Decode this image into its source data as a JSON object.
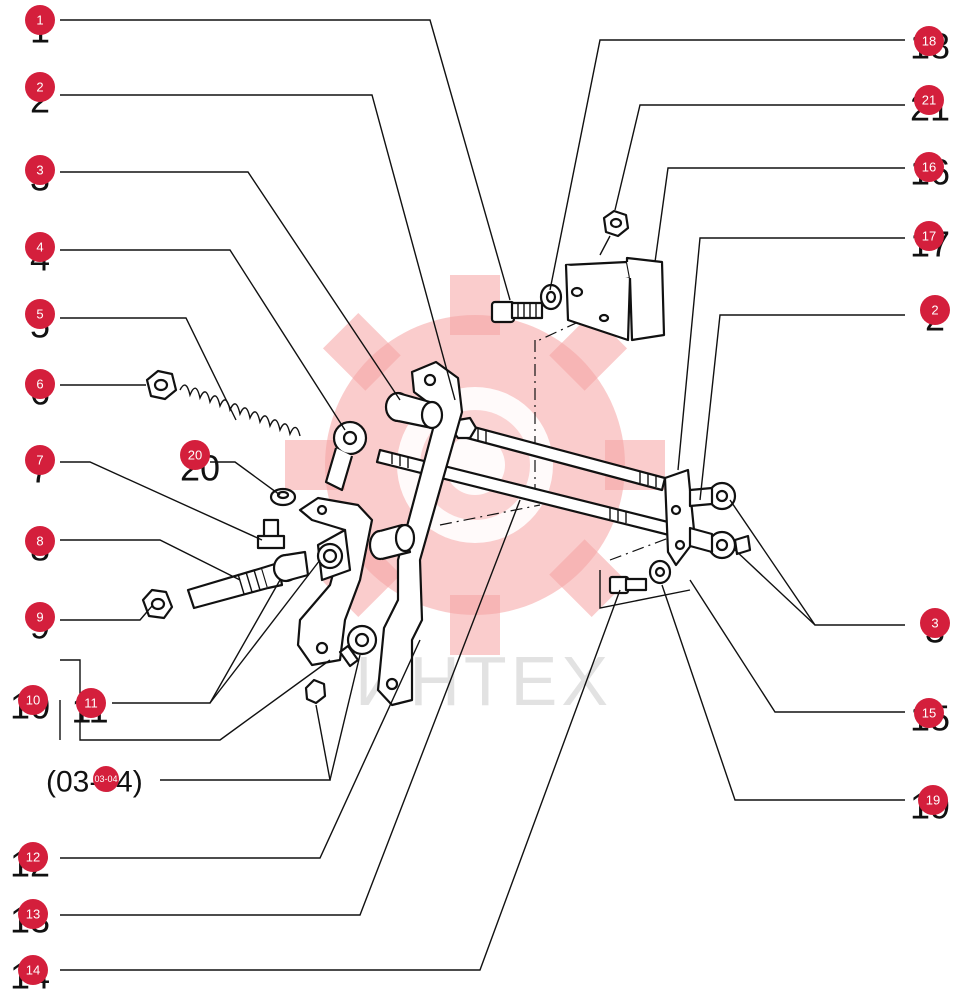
{
  "watermark": {
    "text": "ИНТЕХ",
    "gear_color": "#f6a3a3"
  },
  "badge_color": "#d41f3c",
  "callouts": [
    {
      "id": "c1",
      "label": "1"
    },
    {
      "id": "c2",
      "label": "2"
    },
    {
      "id": "c3",
      "label": "3"
    },
    {
      "id": "c4",
      "label": "4"
    },
    {
      "id": "c5",
      "label": "5"
    },
    {
      "id": "c6",
      "label": "6"
    },
    {
      "id": "c7",
      "label": "7"
    },
    {
      "id": "c8",
      "label": "8"
    },
    {
      "id": "c9",
      "label": "9"
    },
    {
      "id": "c10",
      "label": "10"
    },
    {
      "id": "c11",
      "label": "11"
    },
    {
      "id": "c12",
      "label": "12"
    },
    {
      "id": "c13",
      "label": "13"
    },
    {
      "id": "c14",
      "label": "14"
    },
    {
      "id": "c15",
      "label": "15"
    },
    {
      "id": "c16",
      "label": "16"
    },
    {
      "id": "c17",
      "label": "17"
    },
    {
      "id": "c18",
      "label": "18"
    },
    {
      "id": "c19",
      "label": "19"
    },
    {
      "id": "c20",
      "label": "20"
    },
    {
      "id": "c21",
      "label": "21"
    },
    {
      "id": "c2b",
      "label": "2"
    },
    {
      "id": "c3b",
      "label": "3"
    },
    {
      "id": "cref",
      "label": "03-04"
    }
  ],
  "reference": {
    "text": "(03-04)"
  }
}
